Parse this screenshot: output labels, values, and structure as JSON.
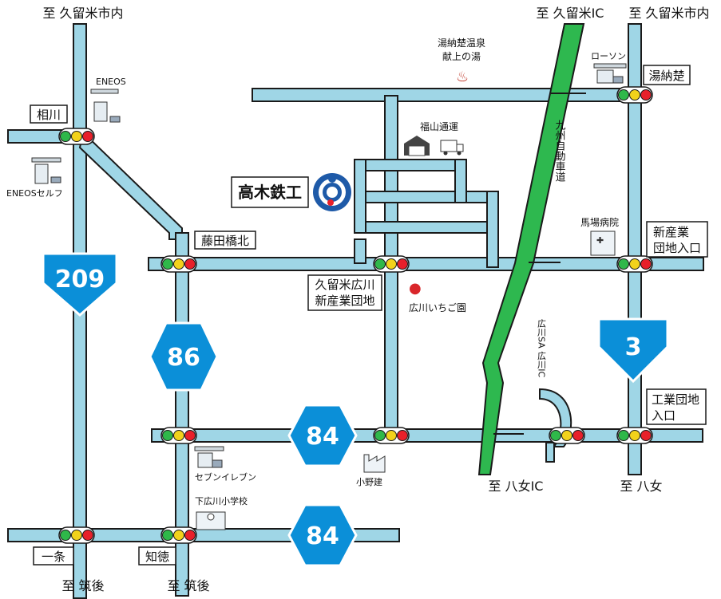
{
  "directions": {
    "top_left": "至 久留米市内",
    "top_ic": "至 久留米IC",
    "top_right": "至 久留米市内",
    "bottom_yame_ic": "至 八女IC",
    "bottom_yame": "至 八女",
    "bottom_chikugo_1": "至 筑後",
    "bottom_chikugo_2": "至 筑後"
  },
  "intersections": {
    "aikawa": "相川",
    "fujita": "藤田橋北",
    "hirokawa_1": "久留米広川",
    "hirokawa_2": "新産業団地",
    "yunoki": "湯納楚",
    "shinsangyo_1": "新産業",
    "shinsangyo_2": "団地入口",
    "kogyo_1": "工業団地",
    "kogyo_2": "入口",
    "ichijo": "一条",
    "chitoku": "知徳"
  },
  "routes": {
    "r209": "209",
    "r86": "86",
    "r84a": "84",
    "r84b": "84",
    "r3": "3"
  },
  "expressway": {
    "name": "九州自動車道",
    "sa_ic": "広川SA 広川IC"
  },
  "company": {
    "name": "高木鉄工"
  },
  "landmarks": {
    "eneos": "ENEOS",
    "eneos_self": "ENEOSセルフ",
    "onsen_1": "湯納楚温泉",
    "onsen_2": "献上の湯",
    "fukuyama": "福山通運",
    "lawson": "ローソン",
    "baba": "馬場病院",
    "strawberry": "広川いちご園",
    "seven": "セブンイレブン",
    "onoken": "小野建",
    "school": "下広川小学校"
  },
  "colors": {
    "road": "#9fd6e6",
    "expressway": "#2eb84f",
    "route_sign": "#0b8fd8",
    "signal_green": "#2fb84a",
    "signal_yellow": "#f2d21b",
    "signal_red": "#e8202a"
  }
}
